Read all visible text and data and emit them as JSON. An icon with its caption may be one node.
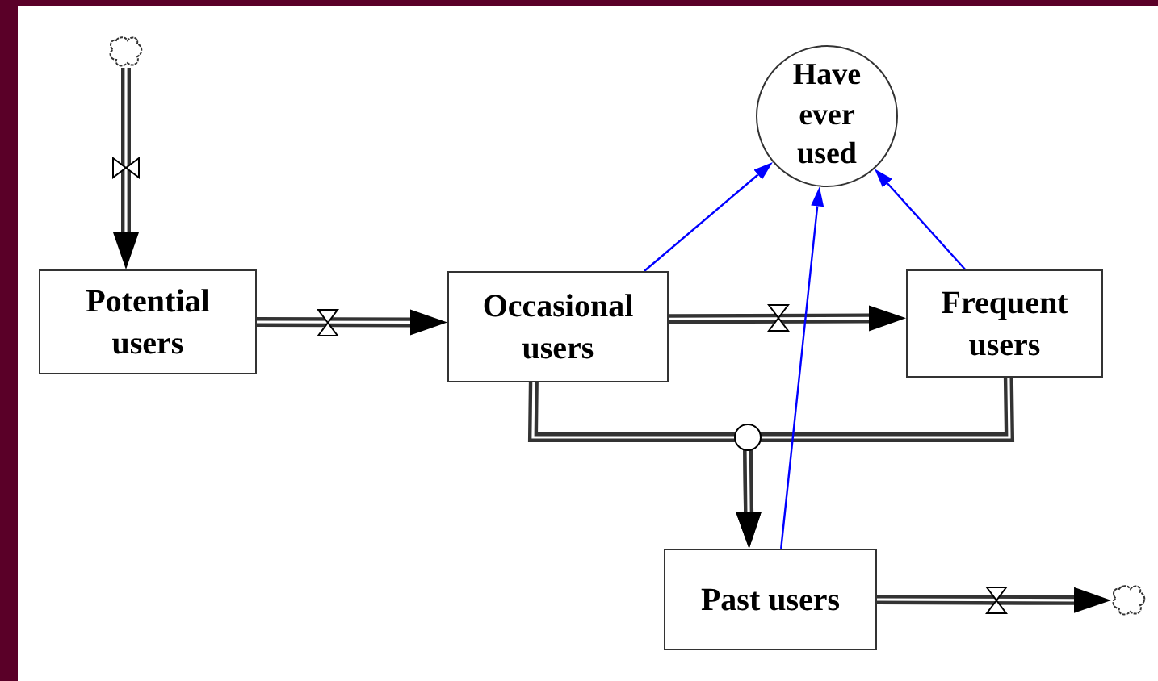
{
  "diagram": {
    "nodes": [
      {
        "text": [],
        "shape": "cloud"
      },
      {
        "text": [
          "Potential users"
        ]
      },
      {
        "text": [
          "Occasional users"
        ]
      },
      {
        "text": [
          "Have ever used"
        ]
      },
      {
        "text": [
          "Frequent users"
        ]
      },
      {
        "text": [
          "Past users"
        ]
      },
      {
        "text": [],
        "shape": "cloud"
      }
    ],
    "edges": [
      {
        "from": 0,
        "to": 1,
        "arrow": "to"
      },
      {
        "from": 1,
        "to": 2,
        "arrow": "to"
      },
      {
        "from": 2,
        "to": 4,
        "arrow": "to"
      },
      {
        "from": 2,
        "to": 5,
        "arrow": "to"
      },
      {
        "from": 4,
        "to": 5,
        "arrow": "to"
      },
      {
        "from": 5,
        "to": 6,
        "arrow": "to"
      },
      {
        "from": 2,
        "to": 3,
        "arrow": "to",
        "color": "#0000ff"
      },
      {
        "from": 4,
        "to": 3,
        "arrow": "to",
        "color": "#0000ff"
      },
      {
        "from": 5,
        "to": 3,
        "arrow": "to",
        "color": "#0000ff"
      }
    ]
  }
}
